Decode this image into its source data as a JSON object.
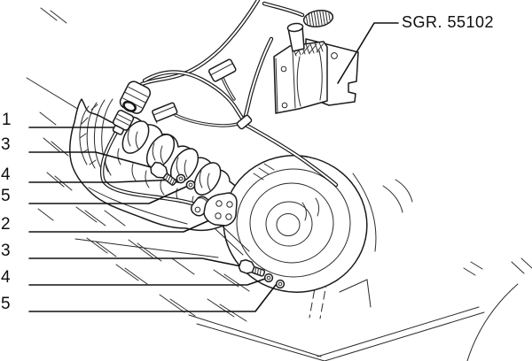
{
  "diagram": {
    "reference": {
      "label": "SGR. 55102"
    },
    "callouts": [
      {
        "label": "1"
      },
      {
        "label": "3"
      },
      {
        "label": "4"
      },
      {
        "label": "5"
      },
      {
        "label": "2"
      },
      {
        "label": "3"
      },
      {
        "label": "4"
      },
      {
        "label": "5"
      }
    ]
  },
  "colors": {
    "line": "#1b1b1b",
    "background": "#ffffff"
  }
}
